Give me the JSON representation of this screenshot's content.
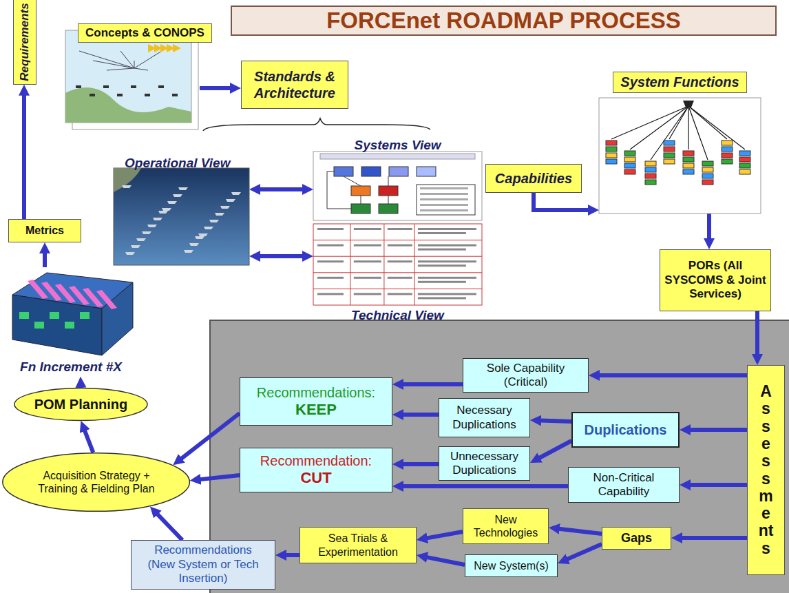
{
  "diagram": {
    "title": "FORCEnet ROADMAP PROCESS",
    "nodes": [
      {
        "text": [
          "Requirements"
        ]
      },
      {
        "text": [
          "Concepts & CONOPS"
        ]
      },
      {
        "text": [
          "Standards & Architecture"
        ]
      },
      {
        "text": [
          "Operational View"
        ]
      },
      {
        "text": [
          "Systems View"
        ]
      },
      {
        "text": [
          "Technical View"
        ]
      },
      {
        "text": [
          "Capabilities"
        ]
      },
      {
        "text": [
          "System Functions"
        ]
      },
      {
        "text": [
          "PORs (All SYSCOMS & Joint Services)"
        ]
      },
      {
        "text": [
          "Assessments"
        ]
      },
      {
        "text": [
          "Sole Capability (Critical)"
        ]
      },
      {
        "text": [
          "Duplications"
        ]
      },
      {
        "text": [
          "Necessary Duplications"
        ]
      },
      {
        "text": [
          "Unnecessary Duplications"
        ]
      },
      {
        "text": [
          "Non-Critical Capability"
        ]
      },
      {
        "text": [
          "Gaps"
        ]
      },
      {
        "text": [
          "New Technologies"
        ]
      },
      {
        "text": [
          "New System(s)"
        ]
      },
      {
        "text": [
          "Sea Trials & Experimentation"
        ]
      },
      {
        "text": [
          "Recommendations:",
          "KEEP"
        ]
      },
      {
        "text": [
          "Recommendation:",
          "CUT"
        ]
      },
      {
        "text": [
          "Recommendations (New System or Tech Insertion)"
        ]
      },
      {
        "text": [
          "Acquisition Strategy + Training & Fielding Plan"
        ]
      },
      {
        "text": [
          "POM Planning"
        ]
      },
      {
        "text": [
          "Fn Increment #X"
        ]
      },
      {
        "text": [
          "Metrics"
        ]
      }
    ],
    "edges": [
      {
        "from": 25,
        "to": 0,
        "arrow": "to"
      },
      {
        "from": 1,
        "to": 2,
        "arrow": "to"
      },
      {
        "from": 3,
        "to": 4,
        "arrow": "both"
      },
      {
        "from": 3,
        "to": 5,
        "arrow": "both"
      },
      {
        "from": 6,
        "to": 7,
        "arrow": "to"
      },
      {
        "from": 7,
        "to": 8,
        "arrow": "to"
      },
      {
        "from": 8,
        "to": 9,
        "arrow": "to"
      },
      {
        "from": 9,
        "to": 10,
        "arrow": "to"
      },
      {
        "from": 9,
        "to": 11,
        "arrow": "to"
      },
      {
        "from": 9,
        "to": 14,
        "arrow": "to"
      },
      {
        "from": 9,
        "to": 15,
        "arrow": "to"
      },
      {
        "from": 11,
        "to": 12,
        "arrow": "to"
      },
      {
        "from": 11,
        "to": 13,
        "arrow": "to"
      },
      {
        "from": 10,
        "to": 19,
        "arrow": "to"
      },
      {
        "from": 12,
        "to": 19,
        "arrow": "to"
      },
      {
        "from": 13,
        "to": 20,
        "arrow": "to"
      },
      {
        "from": 14,
        "to": 20,
        "arrow": "to"
      },
      {
        "from": 15,
        "to": 16,
        "arrow": "to"
      },
      {
        "from": 15,
        "to": 17,
        "arrow": "to"
      },
      {
        "from": 16,
        "to": 18,
        "arrow": "to"
      },
      {
        "from": 17,
        "to": 18,
        "arrow": "to"
      },
      {
        "from": 18,
        "to": 21,
        "arrow": "to"
      },
      {
        "from": 19,
        "to": 22,
        "arrow": "to"
      },
      {
        "from": 20,
        "to": 22,
        "arrow": "to"
      },
      {
        "from": 21,
        "to": 22,
        "arrow": "to"
      },
      {
        "from": 22,
        "to": 23,
        "arrow": "to"
      },
      {
        "from": 23,
        "to": 24,
        "arrow": "to"
      },
      {
        "from": 24,
        "to": 25,
        "arrow": "to"
      }
    ]
  }
}
